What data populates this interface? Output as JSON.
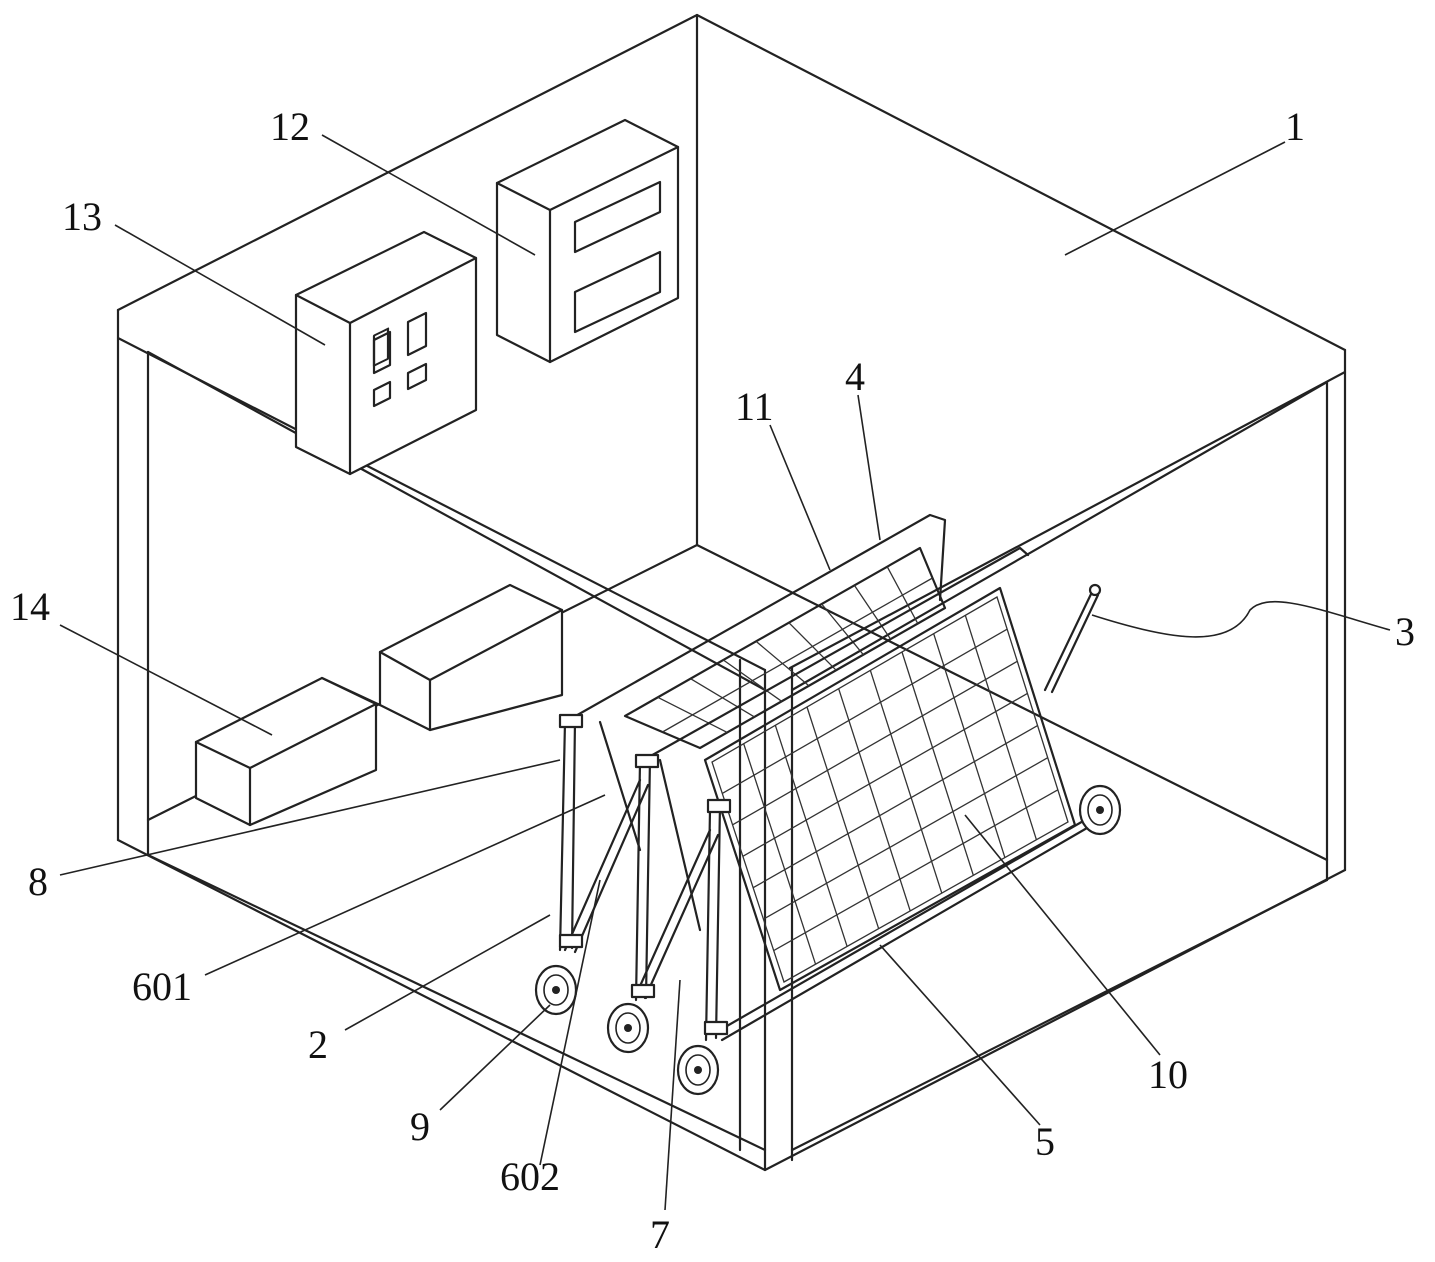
{
  "labels": {
    "l1": "1",
    "l2": "2",
    "l3": "3",
    "l4": "4",
    "l5": "5",
    "l601": "601",
    "l602": "602",
    "l7": "7",
    "l8": "8",
    "l9": "9",
    "l10": "10",
    "l11": "11",
    "l12": "12",
    "l13": "13",
    "l14": "14"
  }
}
